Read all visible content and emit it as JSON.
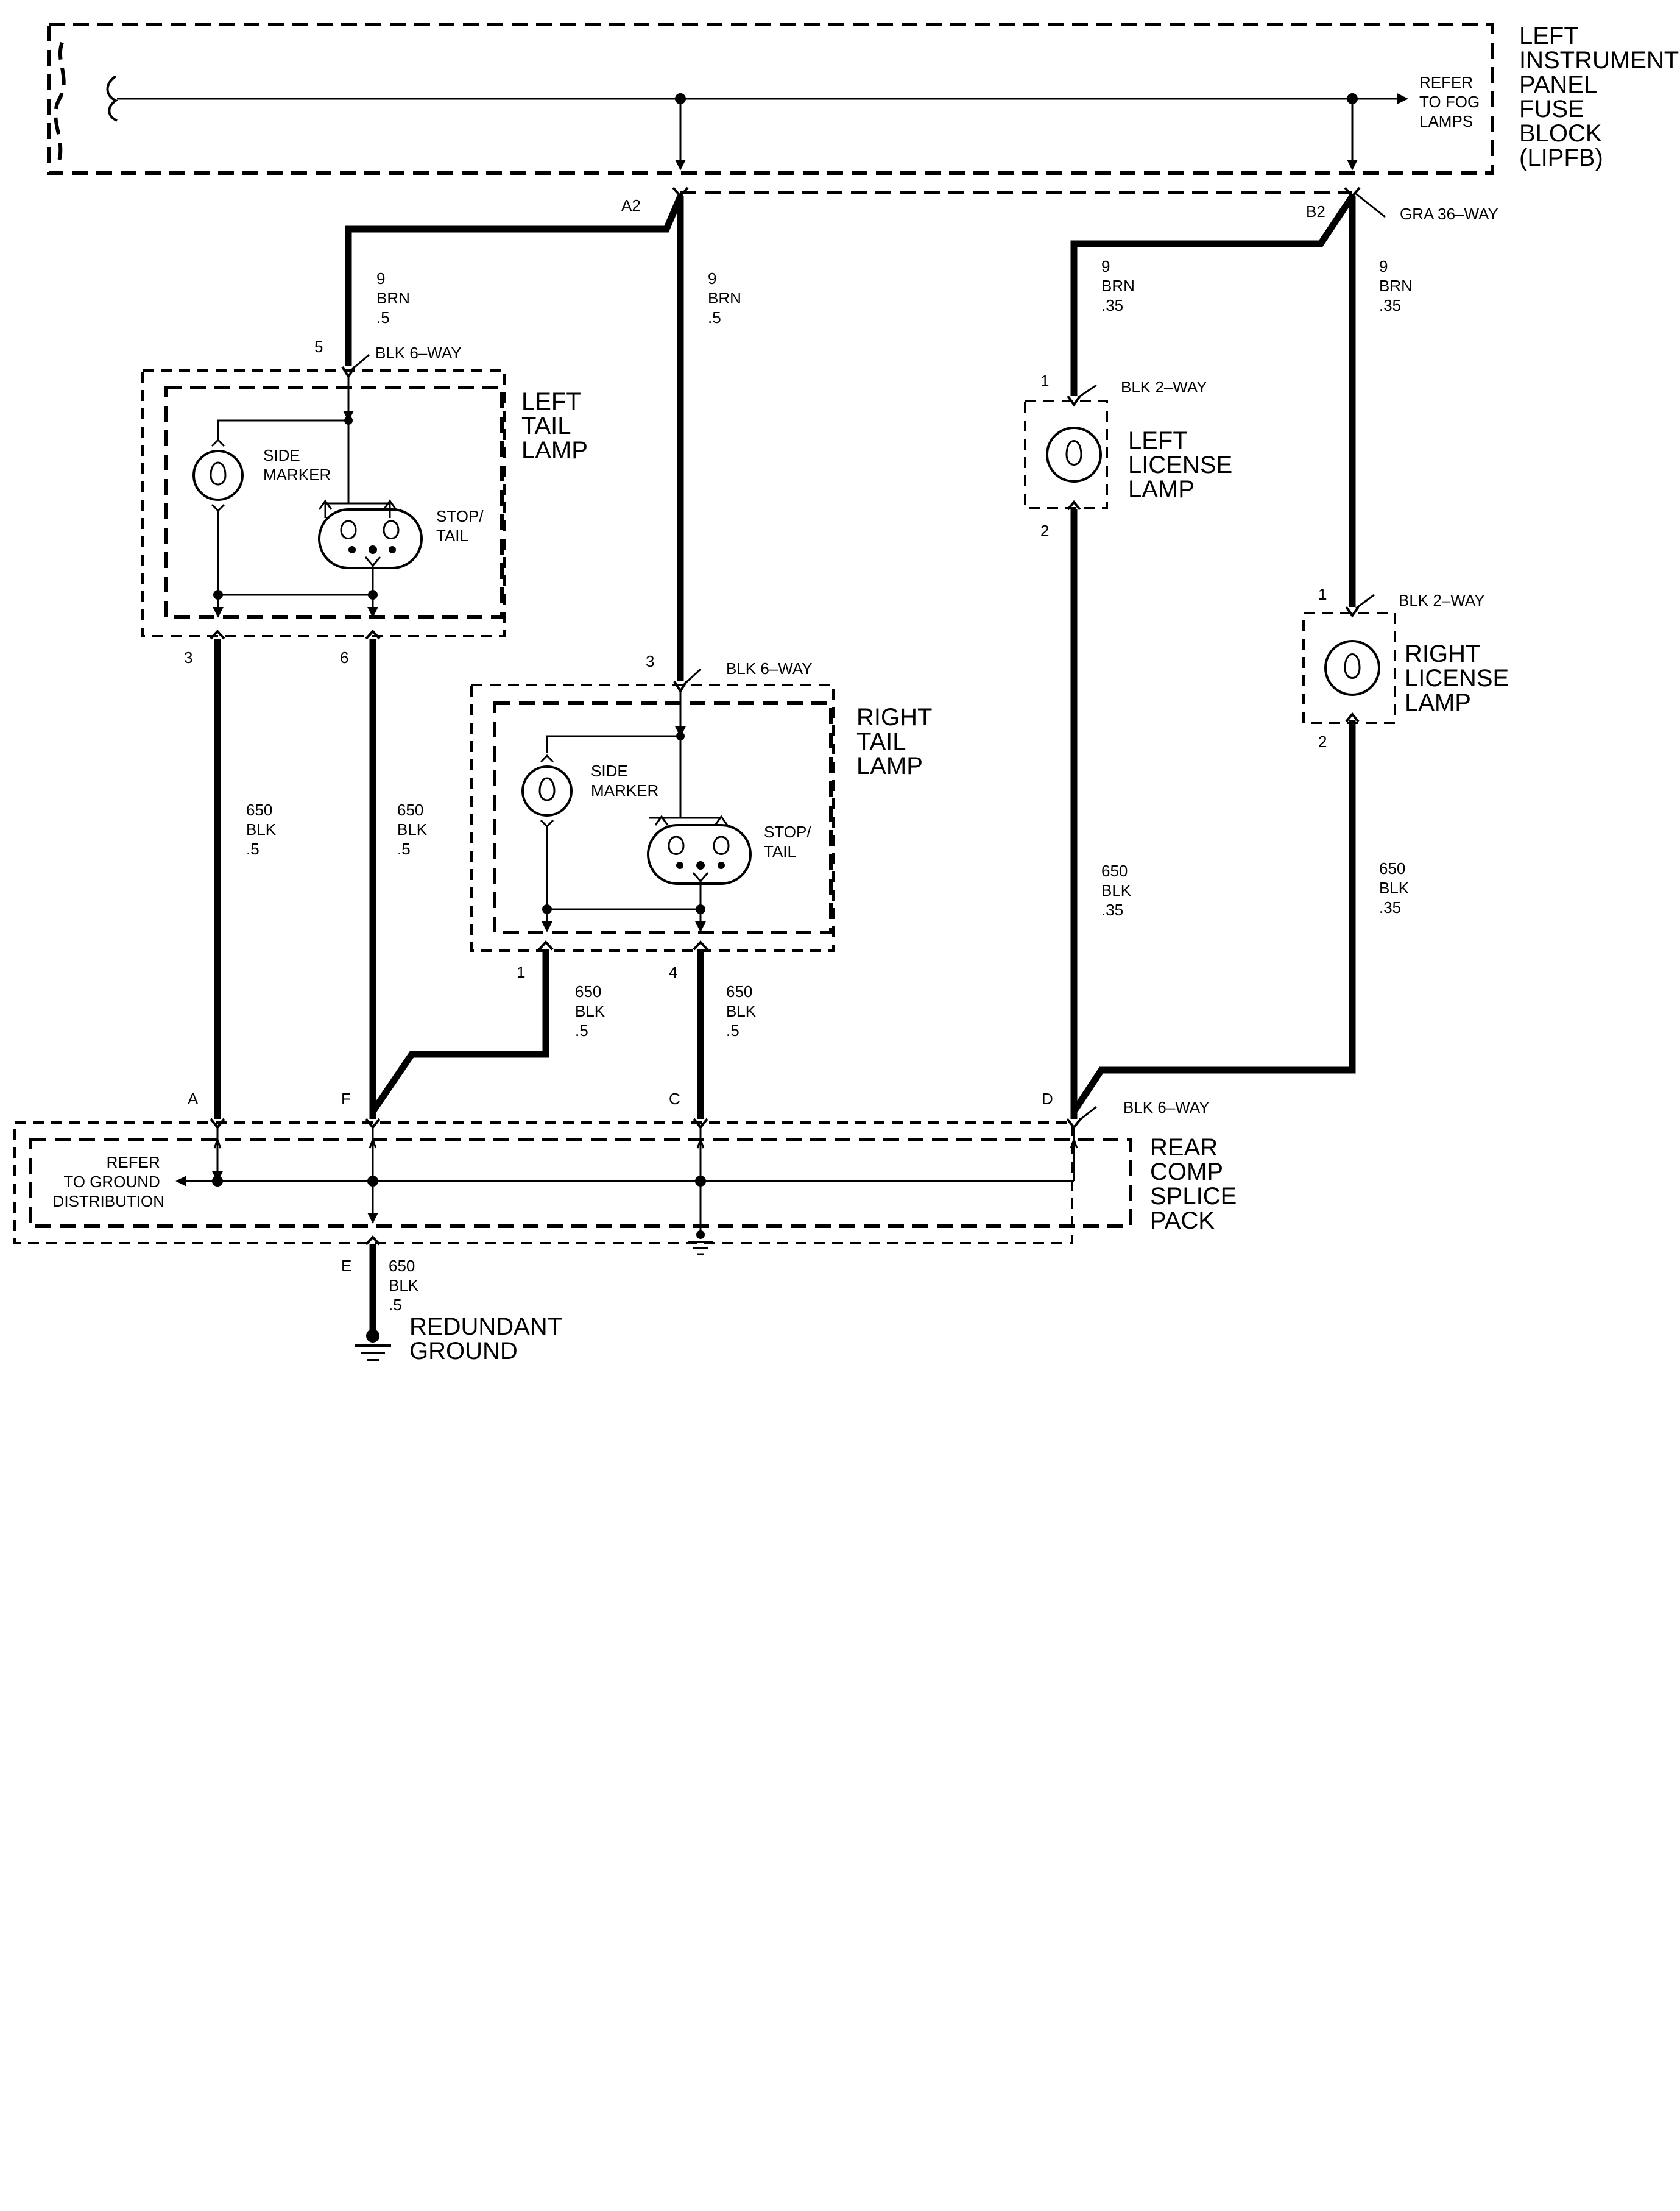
{
  "lipfb": {
    "title": [
      "LEFT",
      "INSTRUMENT",
      "PANEL",
      "FUSE",
      "BLOCK",
      "(LIPFB)"
    ],
    "refer_fog": [
      "REFER",
      "TO FOG",
      "LAMPS"
    ],
    "pin_a2": "A2",
    "pin_b2": "B2",
    "connector": "GRA 36–WAY"
  },
  "wires": {
    "w9_brn_05": [
      "9",
      "BRN",
      ".5"
    ],
    "w9_brn_035": [
      "9",
      "BRN",
      ".35"
    ],
    "w650_blk_05": [
      "650",
      "BLK",
      ".5"
    ],
    "w650_blk_035": [
      "650",
      "BLK",
      ".35"
    ]
  },
  "left_tail": {
    "title": [
      "LEFT",
      "TAIL",
      "LAMP"
    ],
    "connector": "BLK 6–WAY",
    "pin_in": "5",
    "pin_out_a": "3",
    "pin_out_b": "6",
    "side_marker": [
      "SIDE",
      "MARKER"
    ],
    "stop_tail": [
      "STOP/",
      "TAIL"
    ]
  },
  "right_tail": {
    "title": [
      "RIGHT",
      "TAIL",
      "LAMP"
    ],
    "connector": "BLK 6–WAY",
    "pin_in": "3",
    "pin_out_a": "1",
    "pin_out_b": "4",
    "side_marker": [
      "SIDE",
      "MARKER"
    ],
    "stop_tail": [
      "STOP/",
      "TAIL"
    ]
  },
  "left_license": {
    "title": [
      "LEFT",
      "LICENSE",
      "LAMP"
    ],
    "connector": "BLK 2–WAY",
    "pin_in": "1",
    "pin_out": "2"
  },
  "right_license": {
    "title": [
      "RIGHT",
      "LICENSE",
      "LAMP"
    ],
    "connector": "BLK 2–WAY",
    "pin_in": "1",
    "pin_out": "2"
  },
  "splice": {
    "title": [
      "REAR",
      "COMP",
      "SPLICE",
      "PACK"
    ],
    "connector": "BLK 6–WAY",
    "pins": [
      "A",
      "F",
      "C",
      "D",
      "E"
    ],
    "refer_ground": [
      "REFER",
      "TO GROUND",
      "DISTRIBUTION"
    ]
  },
  "redundant_ground": [
    "REDUNDANT",
    "GROUND"
  ]
}
